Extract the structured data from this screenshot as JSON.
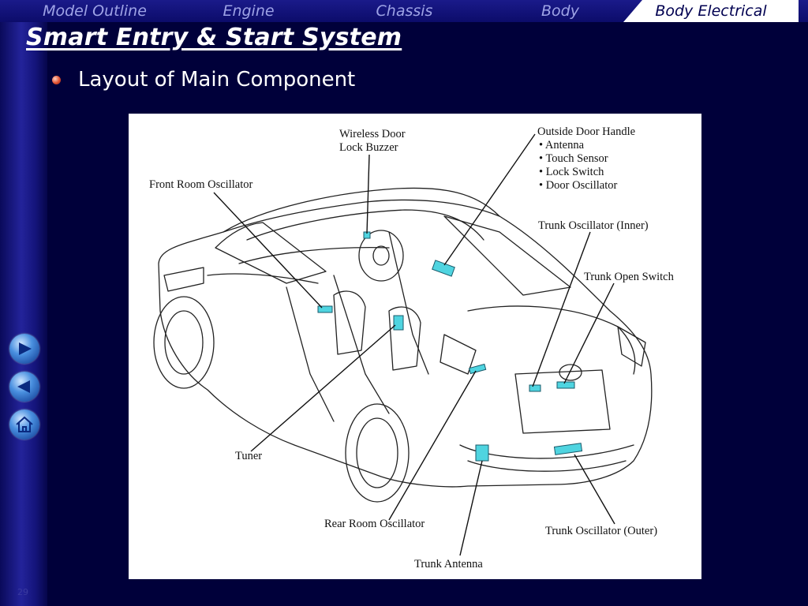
{
  "nav": {
    "tabs": [
      {
        "label": "Model Outline",
        "active": false
      },
      {
        "label": "Engine",
        "active": false
      },
      {
        "label": "Chassis",
        "active": false
      },
      {
        "label": "Body",
        "active": false
      },
      {
        "label": "Body Electrical",
        "active": true
      }
    ]
  },
  "title": "Smart Entry & Start System",
  "subtitle": "Layout of Main Component",
  "figure": {
    "labels": {
      "wireless_door_lock_buzzer_1": "Wireless Door",
      "wireless_door_lock_buzzer_2": "Lock Buzzer",
      "outside_door_handle": "Outside Door Handle",
      "odh_items": [
        "• Antenna",
        "• Touch Sensor",
        "• Lock Switch",
        "• Door Oscillator"
      ],
      "front_room_oscillator": "Front Room Oscillator",
      "trunk_oscillator_inner": "Trunk Oscillator (Inner)",
      "trunk_open_switch": "Trunk Open Switch",
      "tuner": "Tuner",
      "rear_room_oscillator": "Rear Room Oscillator",
      "trunk_oscillator_outer": "Trunk Oscillator (Outer)",
      "trunk_antenna": "Trunk Antenna"
    }
  },
  "side_nav": {
    "icons": [
      "forward-arrow-icon",
      "back-arrow-icon",
      "home-icon"
    ]
  },
  "page_number": "29",
  "colors": {
    "background": "#00003a",
    "nav_inactive": "#9ea3e6",
    "component_highlight": "#4fd4e0"
  }
}
